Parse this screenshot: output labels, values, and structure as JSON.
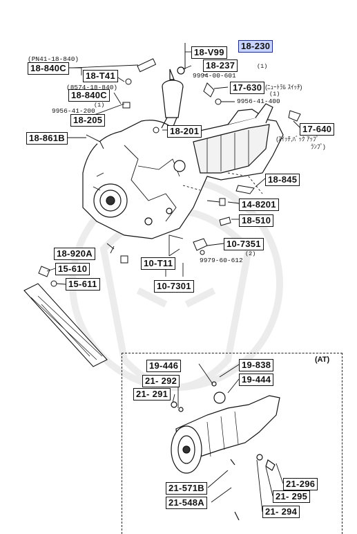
{
  "diagram": {
    "highlighted_part": "18-230",
    "section_tag": "(AT)",
    "labels": {
      "18_230": "18-230",
      "18_V99": "18-V99",
      "18_237": "18-237",
      "18_840C_a": "18-840C",
      "18_T41": "18-T41",
      "18_840C_b": "18-840C",
      "18_205": "18-205",
      "18_201": "18-201",
      "18_861B": "18-861B",
      "17_630": "17-630",
      "17_640": "17-640",
      "18_845": "18-845",
      "14_8201": "14-8201",
      "18_510": "18-510",
      "10_7351": "10-7351",
      "18_920A": "18-920A",
      "10_T11": "10-T11",
      "10_7301": "10-7301",
      "15_610": "15-610",
      "15_611": "15-611",
      "19_446": "19-446",
      "19_838": "19-838",
      "19_444": "19-444",
      "21_292": "21- 292",
      "21_291": "21- 291",
      "21_296": "21-296",
      "21_295": "21- 295",
      "21_294": "21- 294",
      "21_571B": "21-571B",
      "21_548A": "21-548A"
    },
    "texts": {
      "pn41": "(PN41-18-840)",
      "p8574": "(8574-18-840)",
      "n9994": "9994-00-601",
      "n9994_qty": "(1)",
      "n9956a": "9956-41-200",
      "n9956a_qty": "(1)",
      "n9956b": "9956-41-400",
      "n9956b_qty": "(1)",
      "n9979": "9979-60-612",
      "n9979_qty": "(2)",
      "neutral_switch": "(ﾆｭｰﾄﾗﾙ ｽｲｯﾁ)",
      "backup_switch_1": "(ｽｲｯﾁ,ﾊﾞｯｸ ｱｯﾌﾟ",
      "backup_switch_2": "ﾗﾝﾌﾟ)"
    }
  }
}
